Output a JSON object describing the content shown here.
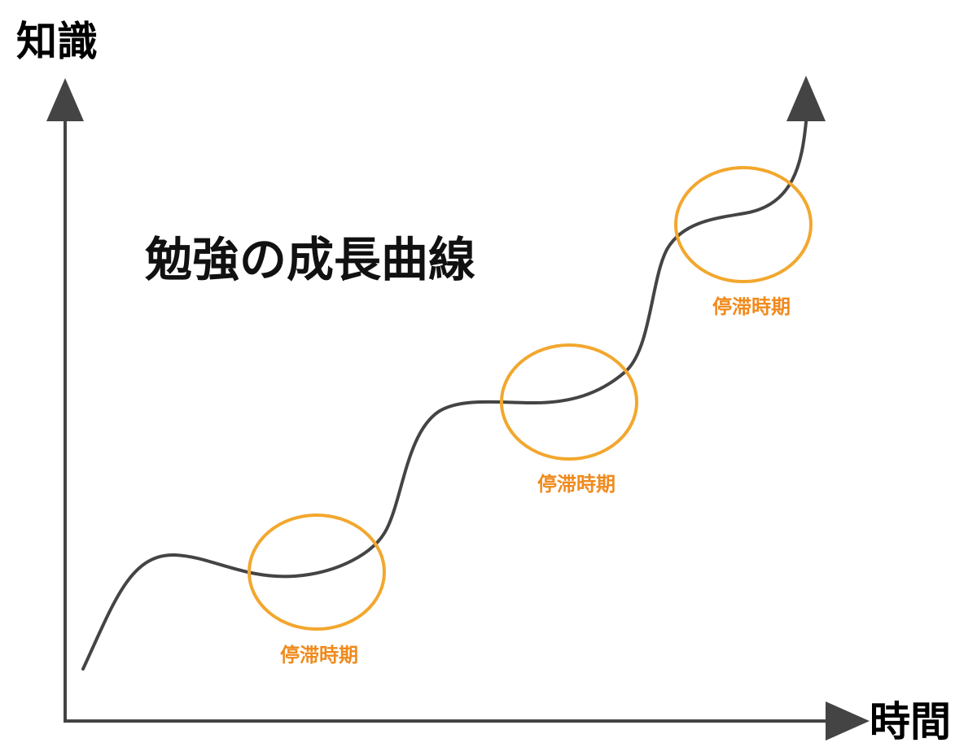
{
  "axes": {
    "y_label": "知識",
    "x_label": "時間"
  },
  "title": "勉強の成長曲線",
  "plateaus": [
    {
      "label": "停滞時期"
    },
    {
      "label": "停滞時期"
    },
    {
      "label": "停滞時期"
    }
  ],
  "colors": {
    "axis": "#444444",
    "curve": "#444444",
    "circle": "#F2A72E",
    "plateau_text": "#F08A1C",
    "text": "#000000"
  }
}
